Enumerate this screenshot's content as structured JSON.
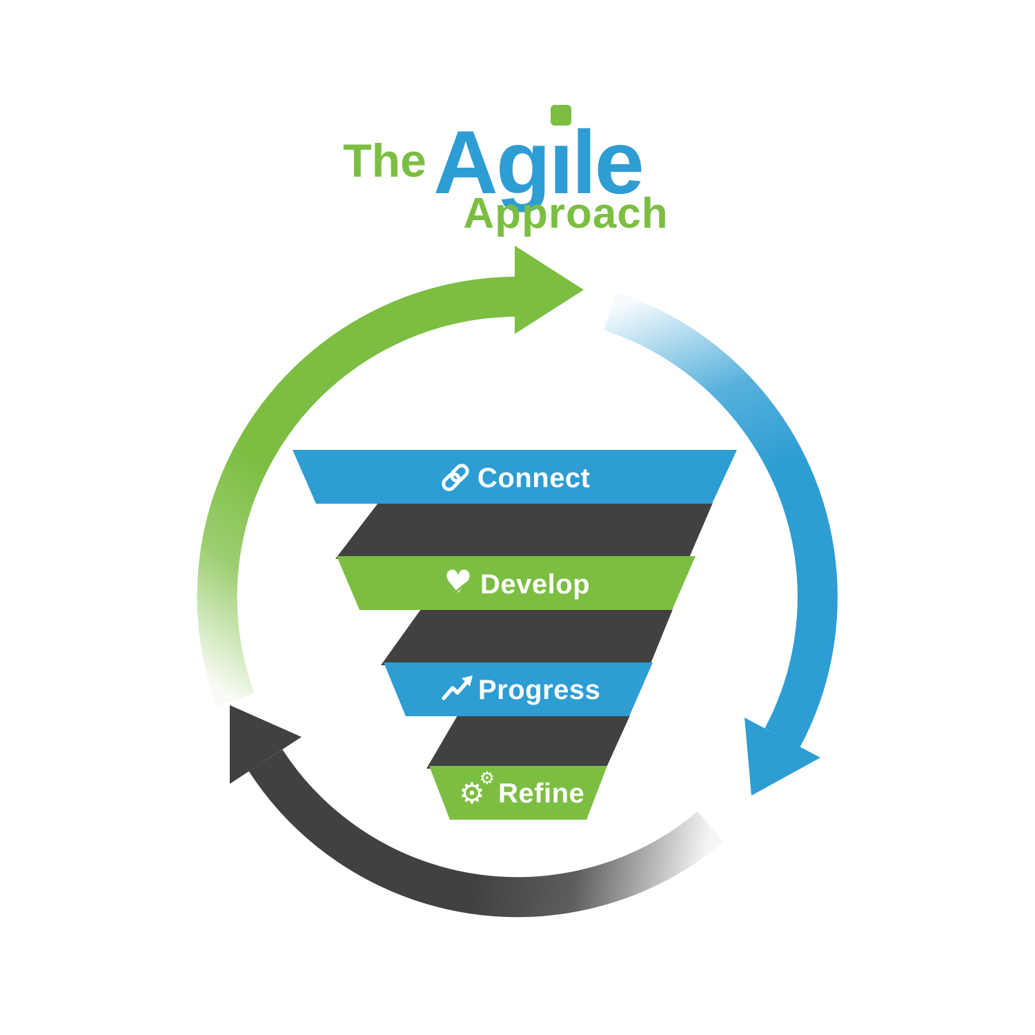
{
  "title": {
    "prefix": "The",
    "brand": "Agile",
    "brand_pre": "Ag",
    "brand_i": "ı",
    "brand_post": "le",
    "line2": "Approach"
  },
  "colors": {
    "green": "#7CBE42",
    "blue": "#2D9DD3",
    "dark": "#414042",
    "white": "#ffffff"
  },
  "cycle": {
    "segments": [
      {
        "name": "top-left-arc",
        "color": "#7CBE42",
        "arrow_points": "right"
      },
      {
        "name": "right-arc",
        "color": "#2D9DD3",
        "arrow_points": "down-left"
      },
      {
        "name": "bottom-arc",
        "color": "#414042",
        "arrow_points": "up-left"
      }
    ]
  },
  "funnel": {
    "steps": [
      {
        "label": "Connect",
        "fill": "#2D9DD3",
        "icon": "link-icon"
      },
      {
        "label": "Develop",
        "fill": "#7CBE42",
        "icon": "heart-hands-icon"
      },
      {
        "label": "Progress",
        "fill": "#2D9DD3",
        "icon": "trend-up-icon"
      },
      {
        "label": "Refine",
        "fill": "#7CBE42",
        "icon": "gears-icon"
      }
    ],
    "icon_glyphs": {
      "heart": "♥",
      "gear_large": "⚙",
      "gear_small": "⚙"
    }
  }
}
